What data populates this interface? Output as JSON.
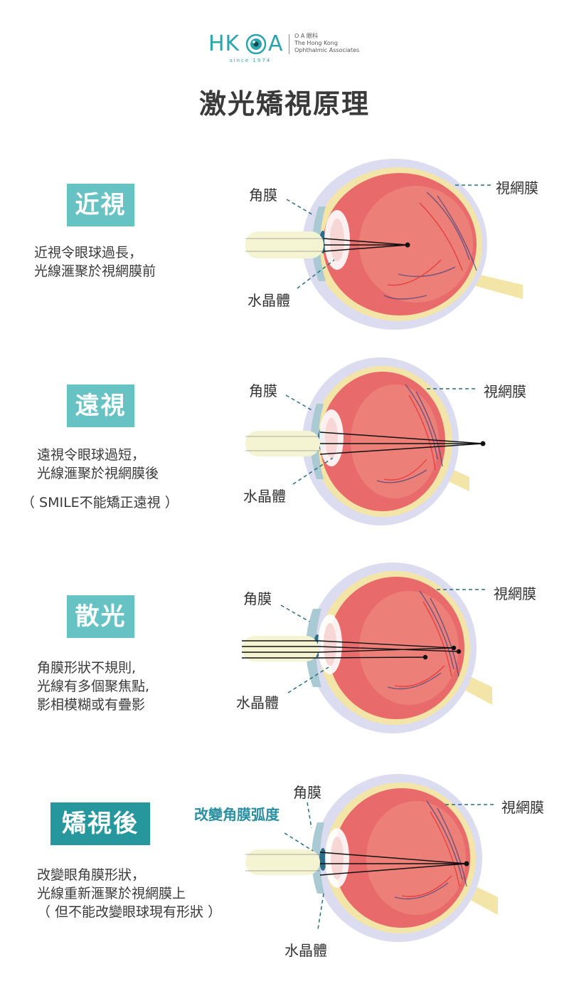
{
  "logo": {
    "brand_left": "HK",
    "brand_right": "A",
    "since": "since 1974",
    "line1": "O A 眼科",
    "line2": "The Hong Kong",
    "line3": "Ophthalmic Associates"
  },
  "title": "激光矯視原理",
  "sections": [
    {
      "badge": "近視",
      "desc": [
        "近視令眼球過長，",
        "光線滙聚於視網膜前"
      ],
      "labels": {
        "cornea": "角膜",
        "lens": "水晶體",
        "retina": "視網膜"
      }
    },
    {
      "badge": "遠視",
      "desc": [
        "遠視令眼球過短，",
        "光線滙聚於視網膜後",
        "（ SMILE不能矯正遠視 ）"
      ],
      "labels": {
        "cornea": "角膜",
        "lens": "水晶體",
        "retina": "視網膜"
      }
    },
    {
      "badge": "散光",
      "desc": [
        "角膜形狀不規則,",
        "光線有多個聚焦點,",
        "影相模糊或有疊影"
      ],
      "labels": {
        "cornea": "角膜",
        "lens": "水晶體",
        "retina": "視網膜"
      }
    },
    {
      "badge": "矯視後",
      "desc": [
        "改變眼角膜形狀，",
        "光線重新滙聚於視網膜上",
        "（ 但不能改變眼球現有形狀 ）"
      ],
      "labels": {
        "cornea": "角膜",
        "lens": "水晶體",
        "retina": "視網膜",
        "change": "改變角膜弧度"
      }
    }
  ],
  "colors": {
    "teal_light": "#66c2c3",
    "teal_dark": "#27979e",
    "sclera_outer": "#dcdcf0",
    "eyeball": "#e86a6a",
    "beam": "#f4f4d2"
  }
}
